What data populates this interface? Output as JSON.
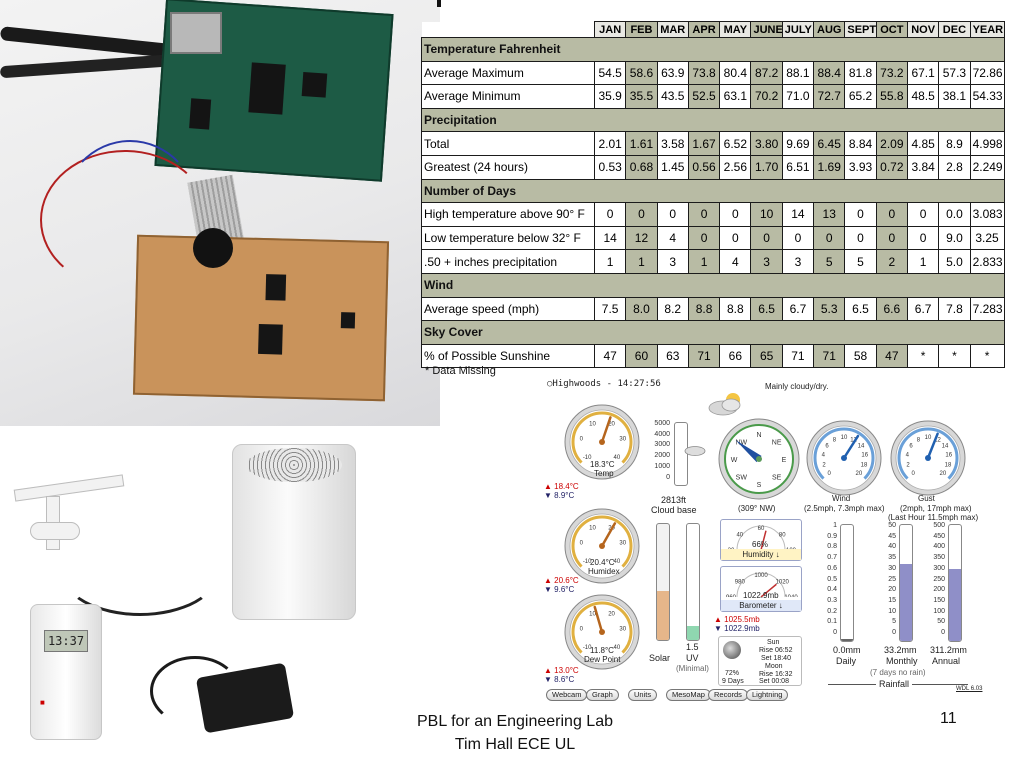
{
  "table": {
    "months": [
      "JAN",
      "FEB",
      "MAR",
      "APR",
      "MAY",
      "JUNE",
      "JULY",
      "AUG",
      "SEPT",
      "OCT",
      "NOV",
      "DEC",
      "YEAR"
    ],
    "sections": [
      {
        "title": "Temperature Fahrenheit",
        "rows": [
          {
            "label": "Average Maximum",
            "values": [
              "54.5",
              "58.6",
              "63.9",
              "73.8",
              "80.4",
              "87.2",
              "88.1",
              "88.4",
              "81.8",
              "73.2",
              "67.1",
              "57.3",
              "72.86"
            ]
          },
          {
            "label": "Average Minimum",
            "values": [
              "35.9",
              "35.5",
              "43.5",
              "52.5",
              "63.1",
              "70.2",
              "71.0",
              "72.7",
              "65.2",
              "55.8",
              "48.5",
              "38.1",
              "54.33"
            ]
          }
        ]
      },
      {
        "title": "Precipitation",
        "rows": [
          {
            "label": "Total",
            "values": [
              "2.01",
              "1.61",
              "3.58",
              "1.67",
              "6.52",
              "3.80",
              "9.69",
              "6.45",
              "8.84",
              "2.09",
              "4.85",
              "8.9",
              "4.998"
            ]
          },
          {
            "label": "Greatest (24 hours)",
            "values": [
              "0.53",
              "0.68",
              "1.45",
              "0.56",
              "2.56",
              "1.70",
              "6.51",
              "1.69",
              "3.93",
              "0.72",
              "3.84",
              "2.8",
              "2.249"
            ]
          }
        ]
      },
      {
        "title": "Number of Days",
        "rows": [
          {
            "label": "High temperature above 90° F",
            "values": [
              "0",
              "0",
              "0",
              "0",
              "0",
              "10",
              "14",
              "13",
              "0",
              "0",
              "0",
              "0.0",
              "3.083"
            ]
          },
          {
            "label": "Low temperature below 32° F",
            "values": [
              "14",
              "12",
              "4",
              "0",
              "0",
              "0",
              "0",
              "0",
              "0",
              "0",
              "0",
              "9.0",
              "3.25"
            ]
          },
          {
            "label": ".50 + inches precipitation",
            "values": [
              "1",
              "1",
              "3",
              "1",
              "4",
              "3",
              "3",
              "5",
              "5",
              "2",
              "1",
              "5.0",
              "2.833"
            ]
          }
        ]
      },
      {
        "title": "Wind",
        "rows": [
          {
            "label": "Average speed (mph)",
            "values": [
              "7.5",
              "8.0",
              "8.2",
              "8.8",
              "8.8",
              "6.5",
              "6.7",
              "5.3",
              "6.5",
              "6.6",
              "6.7",
              "7.8",
              "7.283"
            ]
          }
        ]
      },
      {
        "title": "Sky Cover",
        "rows": [
          {
            "label": "% of Possible Sunshine",
            "values": [
              "47",
              "60",
              "63",
              "71",
              "66",
              "65",
              "71",
              "71",
              "58",
              "47",
              "*",
              "*",
              "*"
            ]
          }
        ]
      }
    ],
    "footnote": "* Data Missing"
  },
  "weather": {
    "station": "Highwoods - 14:27:56",
    "forecast": "Mainly cloudy/dry.",
    "temp": {
      "value": "18.3°C",
      "label": "Temp",
      "high": "▲ 18.4°C",
      "low": "▼ 8.9°C",
      "ticks": [
        "-10",
        "0",
        "10",
        "20",
        "30",
        "40"
      ]
    },
    "humidex": {
      "value": "20.4°C",
      "label": "Humidex",
      "high": "▲ 20.6°C",
      "low": "▼ 9.6°C",
      "ticks": [
        "-10",
        "0",
        "10",
        "20",
        "30",
        "40"
      ]
    },
    "dewpoint": {
      "value": "11.8°C",
      "label": "Dew Point",
      "high": "▲ 13.0°C",
      "low": "▼ 8.6°C",
      "ticks": [
        "-10",
        "0",
        "10",
        "20",
        "30",
        "40"
      ]
    },
    "cloudbase": {
      "value": "2813ft",
      "label": "Cloud base",
      "scale": [
        "5000",
        "4000",
        "3000",
        "2000",
        "1000",
        "0"
      ]
    },
    "compass": {
      "points": [
        "N",
        "NE",
        "E",
        "SE",
        "S",
        "SW",
        "W",
        "NW"
      ],
      "bearing": "(309° NW)"
    },
    "wind": {
      "label": "Wind",
      "detail": "(2.5mph, 7.3mph max)",
      "ticks": [
        "0",
        "2",
        "4",
        "6",
        "8",
        "10",
        "12",
        "14",
        "16",
        "18",
        "20"
      ]
    },
    "gust": {
      "label": "Gust",
      "detail": "(2mph, 17mph max)",
      "last_hour": "(Last Hour 11.5mph max)",
      "ticks": [
        "0",
        "2",
        "4",
        "6",
        "8",
        "10",
        "12",
        "14",
        "16",
        "18",
        "20"
      ]
    },
    "humidity": {
      "value": "66%",
      "label": "Humidity",
      "trend": "↓",
      "ticks": [
        "20",
        "40",
        "60",
        "80",
        "100"
      ]
    },
    "barometer": {
      "value": "1022.9mb",
      "label": "Barometer",
      "trend": "↓",
      "ticks": [
        "960",
        "980",
        "1000",
        "1020",
        "1040"
      ],
      "high": "▲ 1025.5mb",
      "low": "▼ 1022.9mb"
    },
    "solar": {
      "label": "Solar",
      "level": 0.42
    },
    "uv": {
      "value": "1.5",
      "label": "UV",
      "desc": "(Minimal)",
      "level": 0.12
    },
    "sun": {
      "title": "Sun",
      "rise": "Rise 06:52",
      "set": "Set 18:40"
    },
    "moon": {
      "title": "Moon",
      "rise": "Rise 16:32",
      "set": "Set 00:08",
      "illum": "72%",
      "age": "9 Days"
    },
    "rain_daily": {
      "value": "0.0mm",
      "label": "Daily",
      "scale": [
        "1",
        "0.9",
        "0.8",
        "0.7",
        "0.6",
        "0.5",
        "0.4",
        "0.3",
        "0.2",
        "0.1",
        "0"
      ],
      "level": 0.02
    },
    "rain_monthly": {
      "value": "33.2mm",
      "label": "Monthly",
      "scale": [
        "50",
        "45",
        "40",
        "35",
        "30",
        "25",
        "20",
        "15",
        "10",
        "5",
        "0"
      ],
      "level": 0.664
    },
    "rain_annual": {
      "value": "311.2mm",
      "label": "Annual",
      "scale": [
        "500",
        "450",
        "400",
        "350",
        "300",
        "250",
        "200",
        "150",
        "100",
        "50",
        "0"
      ],
      "level": 0.622
    },
    "rain_note": "(7 days no rain)",
    "rain_title": "Rainfall",
    "version": "WDL 6.03",
    "nav": [
      "Webcam",
      "Graph",
      "Units",
      "MesoMap",
      "Records",
      "Lightning"
    ],
    "colors": {
      "rain_fill": "#8f8fc8",
      "solar_fill": "#e6b68a",
      "uv_fill": "#8fd7b0",
      "needle": "#b5651d",
      "wind_needle": "#2060b0"
    }
  },
  "lcd_reading": "13:37",
  "footer": {
    "line1": "PBL for an Engineering Lab",
    "line2": "Tim Hall  ECE UL",
    "slide_number": "11"
  }
}
